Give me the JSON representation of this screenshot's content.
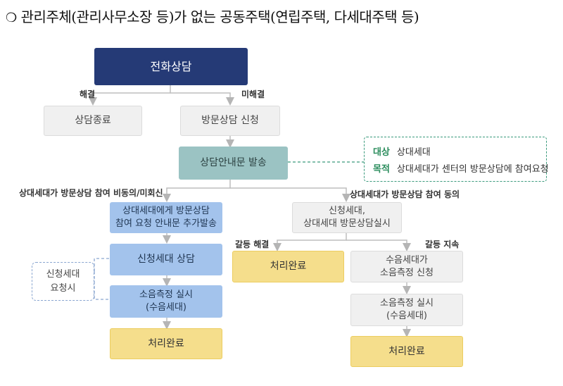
{
  "heading": {
    "bullet": "❍",
    "text": "관리주체(관리사무소장 등)가 없는 공동주택(연립주택, 다세대주택 등)"
  },
  "nodes": {
    "phone": "전화상담",
    "end_consult": "상담종료",
    "visit_apply": "방문상담 신청",
    "guide_send": "상담안내문 발송",
    "resend_request": "상대세대에게 방문상담\n참여 요청 안내문 추가발송",
    "applicant_consult": "신청세대 상담",
    "measure_left": "소음측정 실시\n(수음세대)",
    "done_left": "처리완료",
    "visit_both": "신청세대,\n상대세대 방문상담실시",
    "done_mid": "처리완료",
    "receiver_apply": "수음세대가\n소음측정 신청",
    "measure_right": "소음측정 실시\n(수음세대)",
    "done_right": "처리완료"
  },
  "labels": {
    "resolved": "해결",
    "unresolved": "미해결",
    "not_agree": "상대세대가 방문상담 참여 비동의/미회신",
    "agree": "상대세대가 방문상담 참여 동의",
    "conflict_resolved": "갈등 해결",
    "conflict_continue": "갈등 지속"
  },
  "note": {
    "target_tag": "대상",
    "target_text": "상대세대",
    "purpose_tag": "목적",
    "purpose_text": "상대세대가 센터의 방문상담에 참여요청"
  },
  "side_note": "신청세대\n요청시"
}
